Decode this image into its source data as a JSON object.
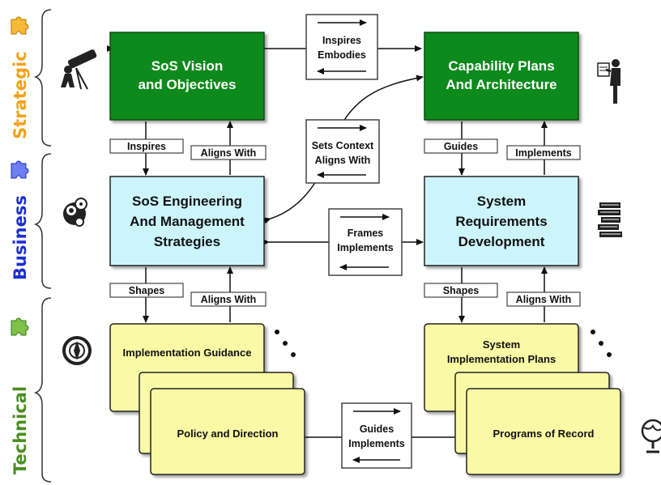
{
  "layers": {
    "strategic": "Strategic",
    "business": "Business",
    "technical": "Technical"
  },
  "boxes": {
    "sos_vision": [
      "SoS Vision",
      "and Objectives"
    ],
    "capability": [
      "Capability Plans",
      "And Architecture"
    ],
    "sos_engineering": [
      "SoS Engineering",
      "And Management",
      "Strategies"
    ],
    "system_requirements": [
      "System",
      "Requirements",
      "Development"
    ],
    "implementation_guidance": "Implementation Guidance",
    "policy_direction": "Policy and Direction",
    "system_impl_plans": [
      "System",
      "Implementation Plans"
    ],
    "programs_of_record": "Programs of Record"
  },
  "relations": {
    "inspires_embodies": [
      "Inspires",
      "Embodies"
    ],
    "sets_context": [
      "Sets Context",
      "Aligns With"
    ],
    "frames_implements": [
      "Frames",
      "Implements"
    ],
    "guides_implements": [
      "Guides",
      "Implements"
    ],
    "left_top_down": "Inspires",
    "left_top_up": "Aligns With",
    "right_top_down": "Guides",
    "right_top_up": "Implements",
    "left_bottom_down": "Shapes",
    "left_bottom_up": "Aligns With",
    "right_bottom_down": "Shapes",
    "right_bottom_up": "Aligns With"
  },
  "colors": {
    "strategic": "#f2a31b",
    "business": "#1d2fd0",
    "technical": "#4a8f1e",
    "green_box": "#118a1a",
    "blue_box": "#ccf5fb",
    "yellow_box": "#fafaa6"
  },
  "icons": [
    "telescope-person-icon",
    "gears-head-icon",
    "compass-icon",
    "presenter-person-icon",
    "book-stack-icon",
    "globe-icon",
    "puzzle-icon"
  ]
}
